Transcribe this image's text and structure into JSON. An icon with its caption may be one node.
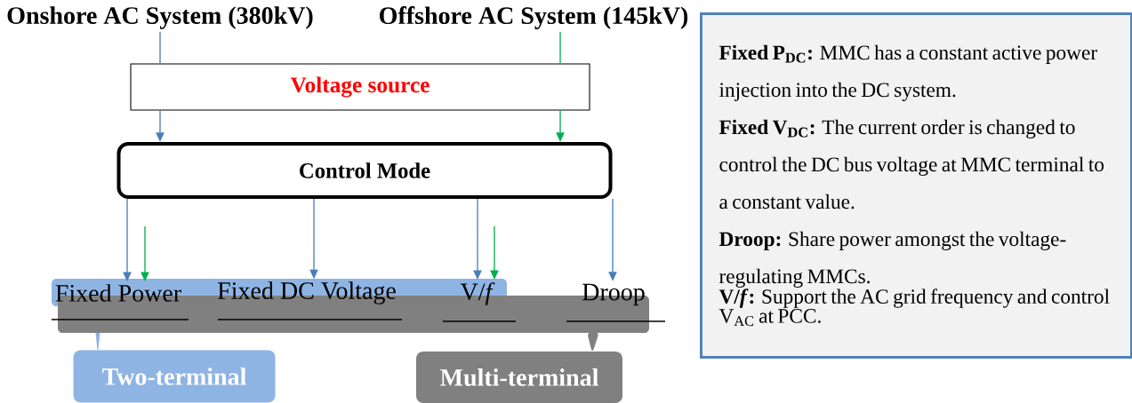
{
  "diagram": {
    "nodes": [
      {
        "text": [
          "Onshore AC System (380kV)"
        ]
      },
      {
        "text": [
          "Offshore AC System (145kV)"
        ]
      },
      {
        "text": [
          "Voltage source"
        ]
      },
      {
        "text": [
          "Control Mode"
        ]
      },
      {
        "text": [
          "Fixed Power"
        ]
      },
      {
        "text": [
          "Fixed DC Voltage"
        ]
      },
      {
        "text": [
          "V/*f*"
        ]
      },
      {
        "text": [
          "Droop"
        ]
      },
      {
        "text": [
          "Two-terminal"
        ]
      },
      {
        "text": [
          "Multi-terminal"
        ]
      },
      {
        "text": [
          "**Fixed P$_{DC}$:** MMC has a constant active power injection into the DC system.",
          "**Fixed V$_{DC}$:** The current order is changed to control the DC bus voltage at MMC terminal to a constant value.",
          "**Droop:** Share power amongst the voltage-regulating MMCs.",
          "**V/*f*:** Support the AC grid frequency and control V$_{AC}$ at PCC."
        ]
      }
    ],
    "edges": [
      {
        "from": 0,
        "to": 2,
        "arrow": "none"
      },
      {
        "from": 1,
        "to": 2,
        "arrow": "none",
        "color": "#00b050"
      },
      {
        "from": 2,
        "to": 3,
        "arrow": "to"
      },
      {
        "from": 2,
        "to": 3,
        "arrow": "to",
        "color": "#00b050"
      },
      {
        "from": 3,
        "to": 4,
        "arrow": "to"
      },
      {
        "from": 3,
        "to": 5,
        "arrow": "to"
      },
      {
        "from": 3,
        "to": 6,
        "arrow": "to"
      },
      {
        "from": 3,
        "to": 7,
        "arrow": "to"
      },
      {
        "from": null,
        "to": 4,
        "arrow": "to",
        "color": "#00b050"
      },
      {
        "from": null,
        "to": 6,
        "arrow": "to",
        "color": "#00b050"
      }
    ]
  }
}
